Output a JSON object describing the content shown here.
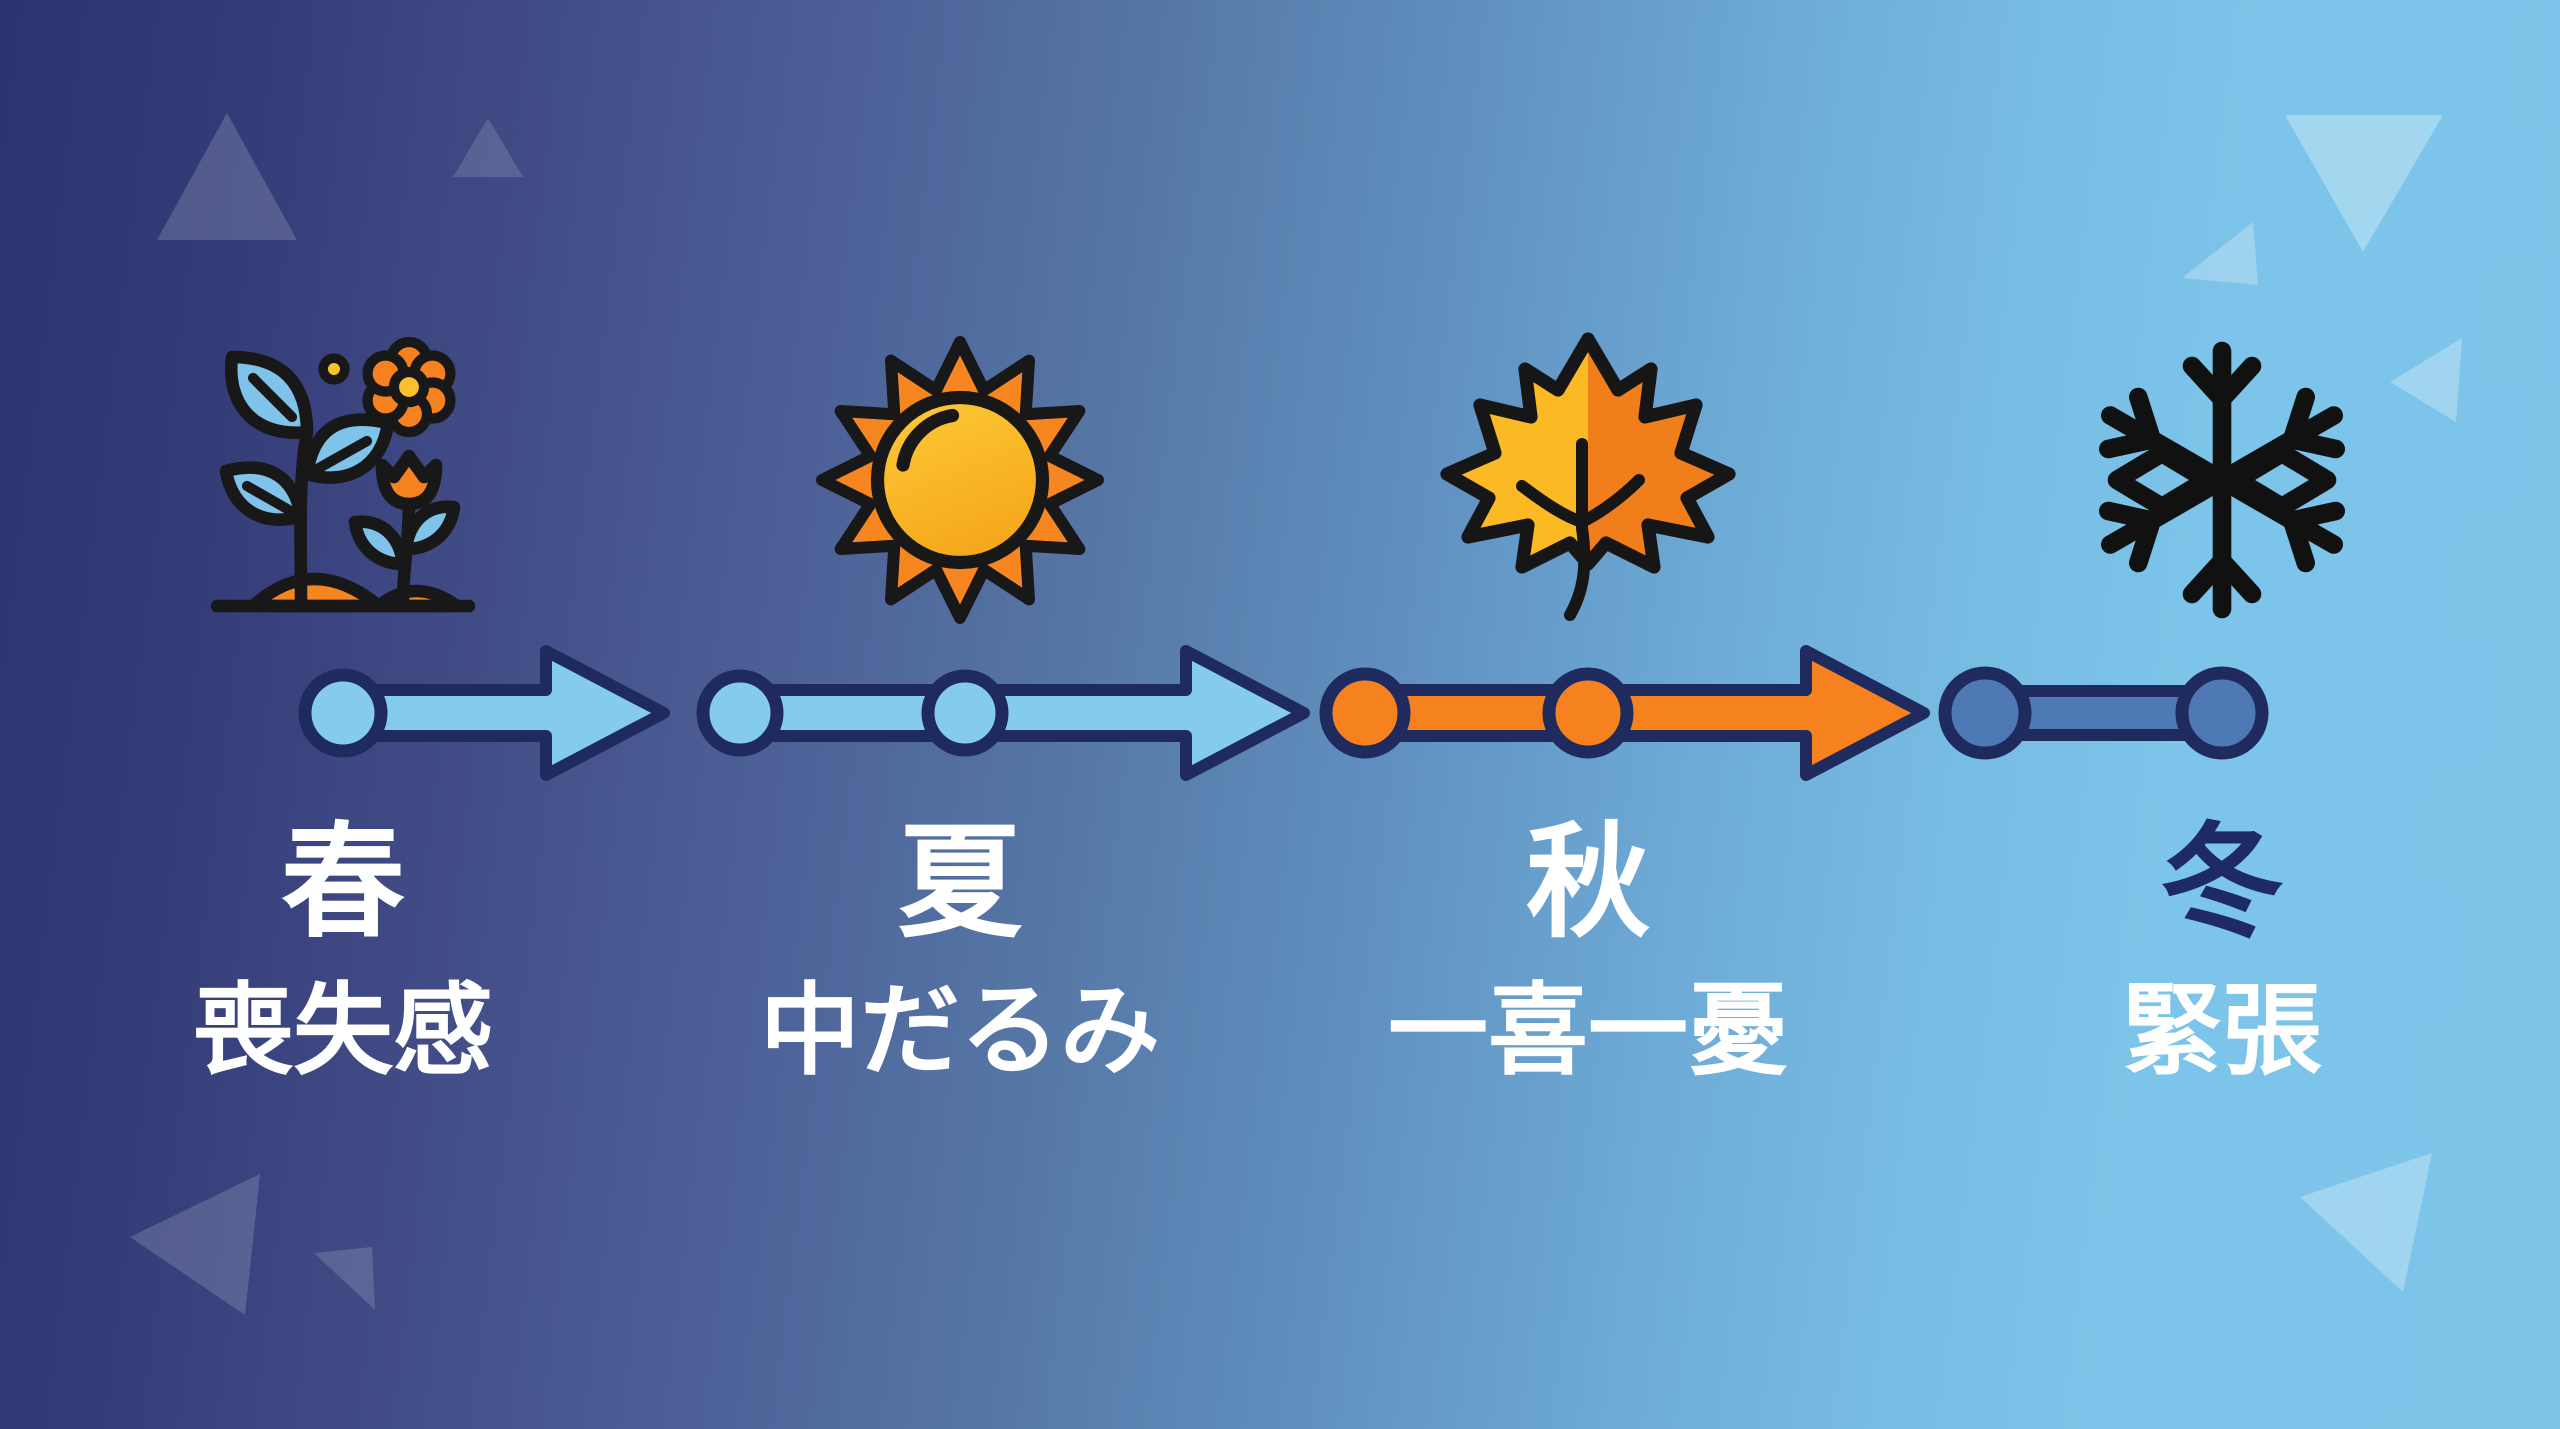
{
  "seasons": [
    {
      "name": "春",
      "label": "喪失感",
      "icon": "spring-plant-icon"
    },
    {
      "name": "夏",
      "label": "中だるみ",
      "icon": "summer-sun-icon"
    },
    {
      "name": "秋",
      "label": "一喜一憂",
      "icon": "autumn-maple-leaf-icon"
    },
    {
      "name": "冬",
      "label": "緊張",
      "icon": "winter-snowflake-icon"
    }
  ],
  "timeline": {
    "outline_color": "#1F2A5E",
    "segments": [
      {
        "season": "春",
        "color": "#85CBEE",
        "dots": 1,
        "arrowhead": true
      },
      {
        "season": "夏",
        "color": "#85CBEE",
        "dots": 2,
        "arrowhead": true
      },
      {
        "season": "秋",
        "color": "#F5821F",
        "dots": 2,
        "arrowhead": true
      },
      {
        "season": "冬",
        "color": "#4E79B4",
        "dots": 2,
        "arrowhead": false
      }
    ]
  },
  "colors": {
    "background_left": "#2C336F",
    "background_right": "#7CC5E9",
    "text_default": "#FFFFFF",
    "text_winter": "#1E2A66",
    "icon_outline": "#181818",
    "icon_light_blue": "#7FC3EA",
    "icon_orange": "#F5821F",
    "icon_yellow": "#FBC02D"
  }
}
